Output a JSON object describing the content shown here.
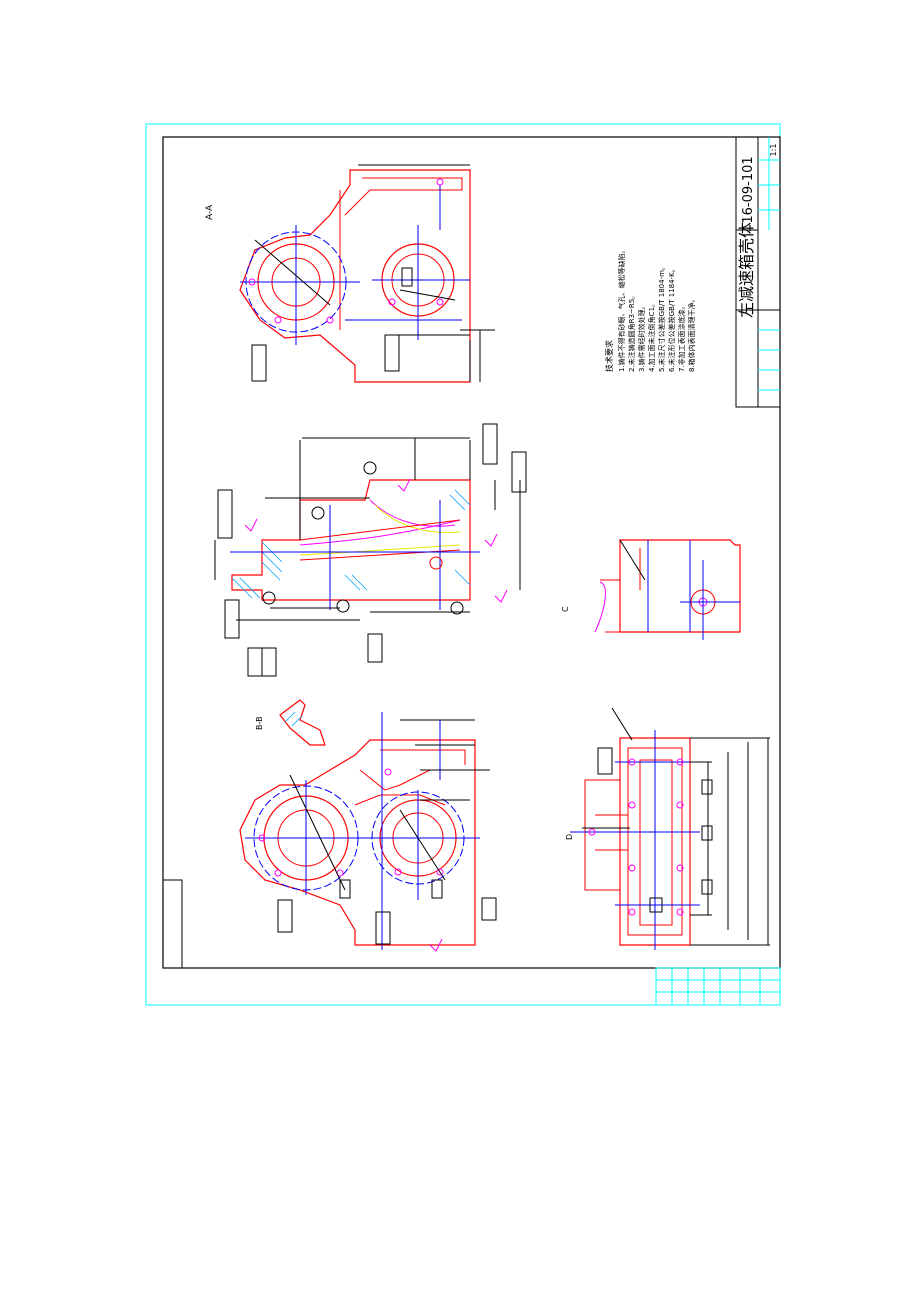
{
  "drawing": {
    "title_block": {
      "drawing_number": "16-09-101",
      "part_name": "左减速箱壳体",
      "material": "1:1"
    },
    "view_labels": {
      "view_a": "A-A",
      "view_b": "B-B",
      "view_c": "C",
      "view_d": "D"
    },
    "tech_notes": {
      "heading": "技术要求",
      "lines": [
        "1.铸件不得有砂眼、气孔、缩松等缺陷。",
        "2.未注铸造圆角R3~R5。",
        "3.铸件需经时效处理。",
        "4.加工面未注倒角C1。",
        "5.未注尺寸公差按GB/T 1804-m。",
        "6.未注形位公差按GB/T 1184-K。",
        "7.非加工表面涂底漆。",
        "8.箱体内表面清理干净。"
      ]
    },
    "colors": {
      "frame": "#000000",
      "outline": "#ff0000",
      "center_lines": "#0000ff",
      "dimensions": "#000000",
      "hatch": "#00a0ff",
      "title_block": "#00ffff",
      "magenta": "#ff00ff",
      "yellow": "#e8e800"
    }
  }
}
